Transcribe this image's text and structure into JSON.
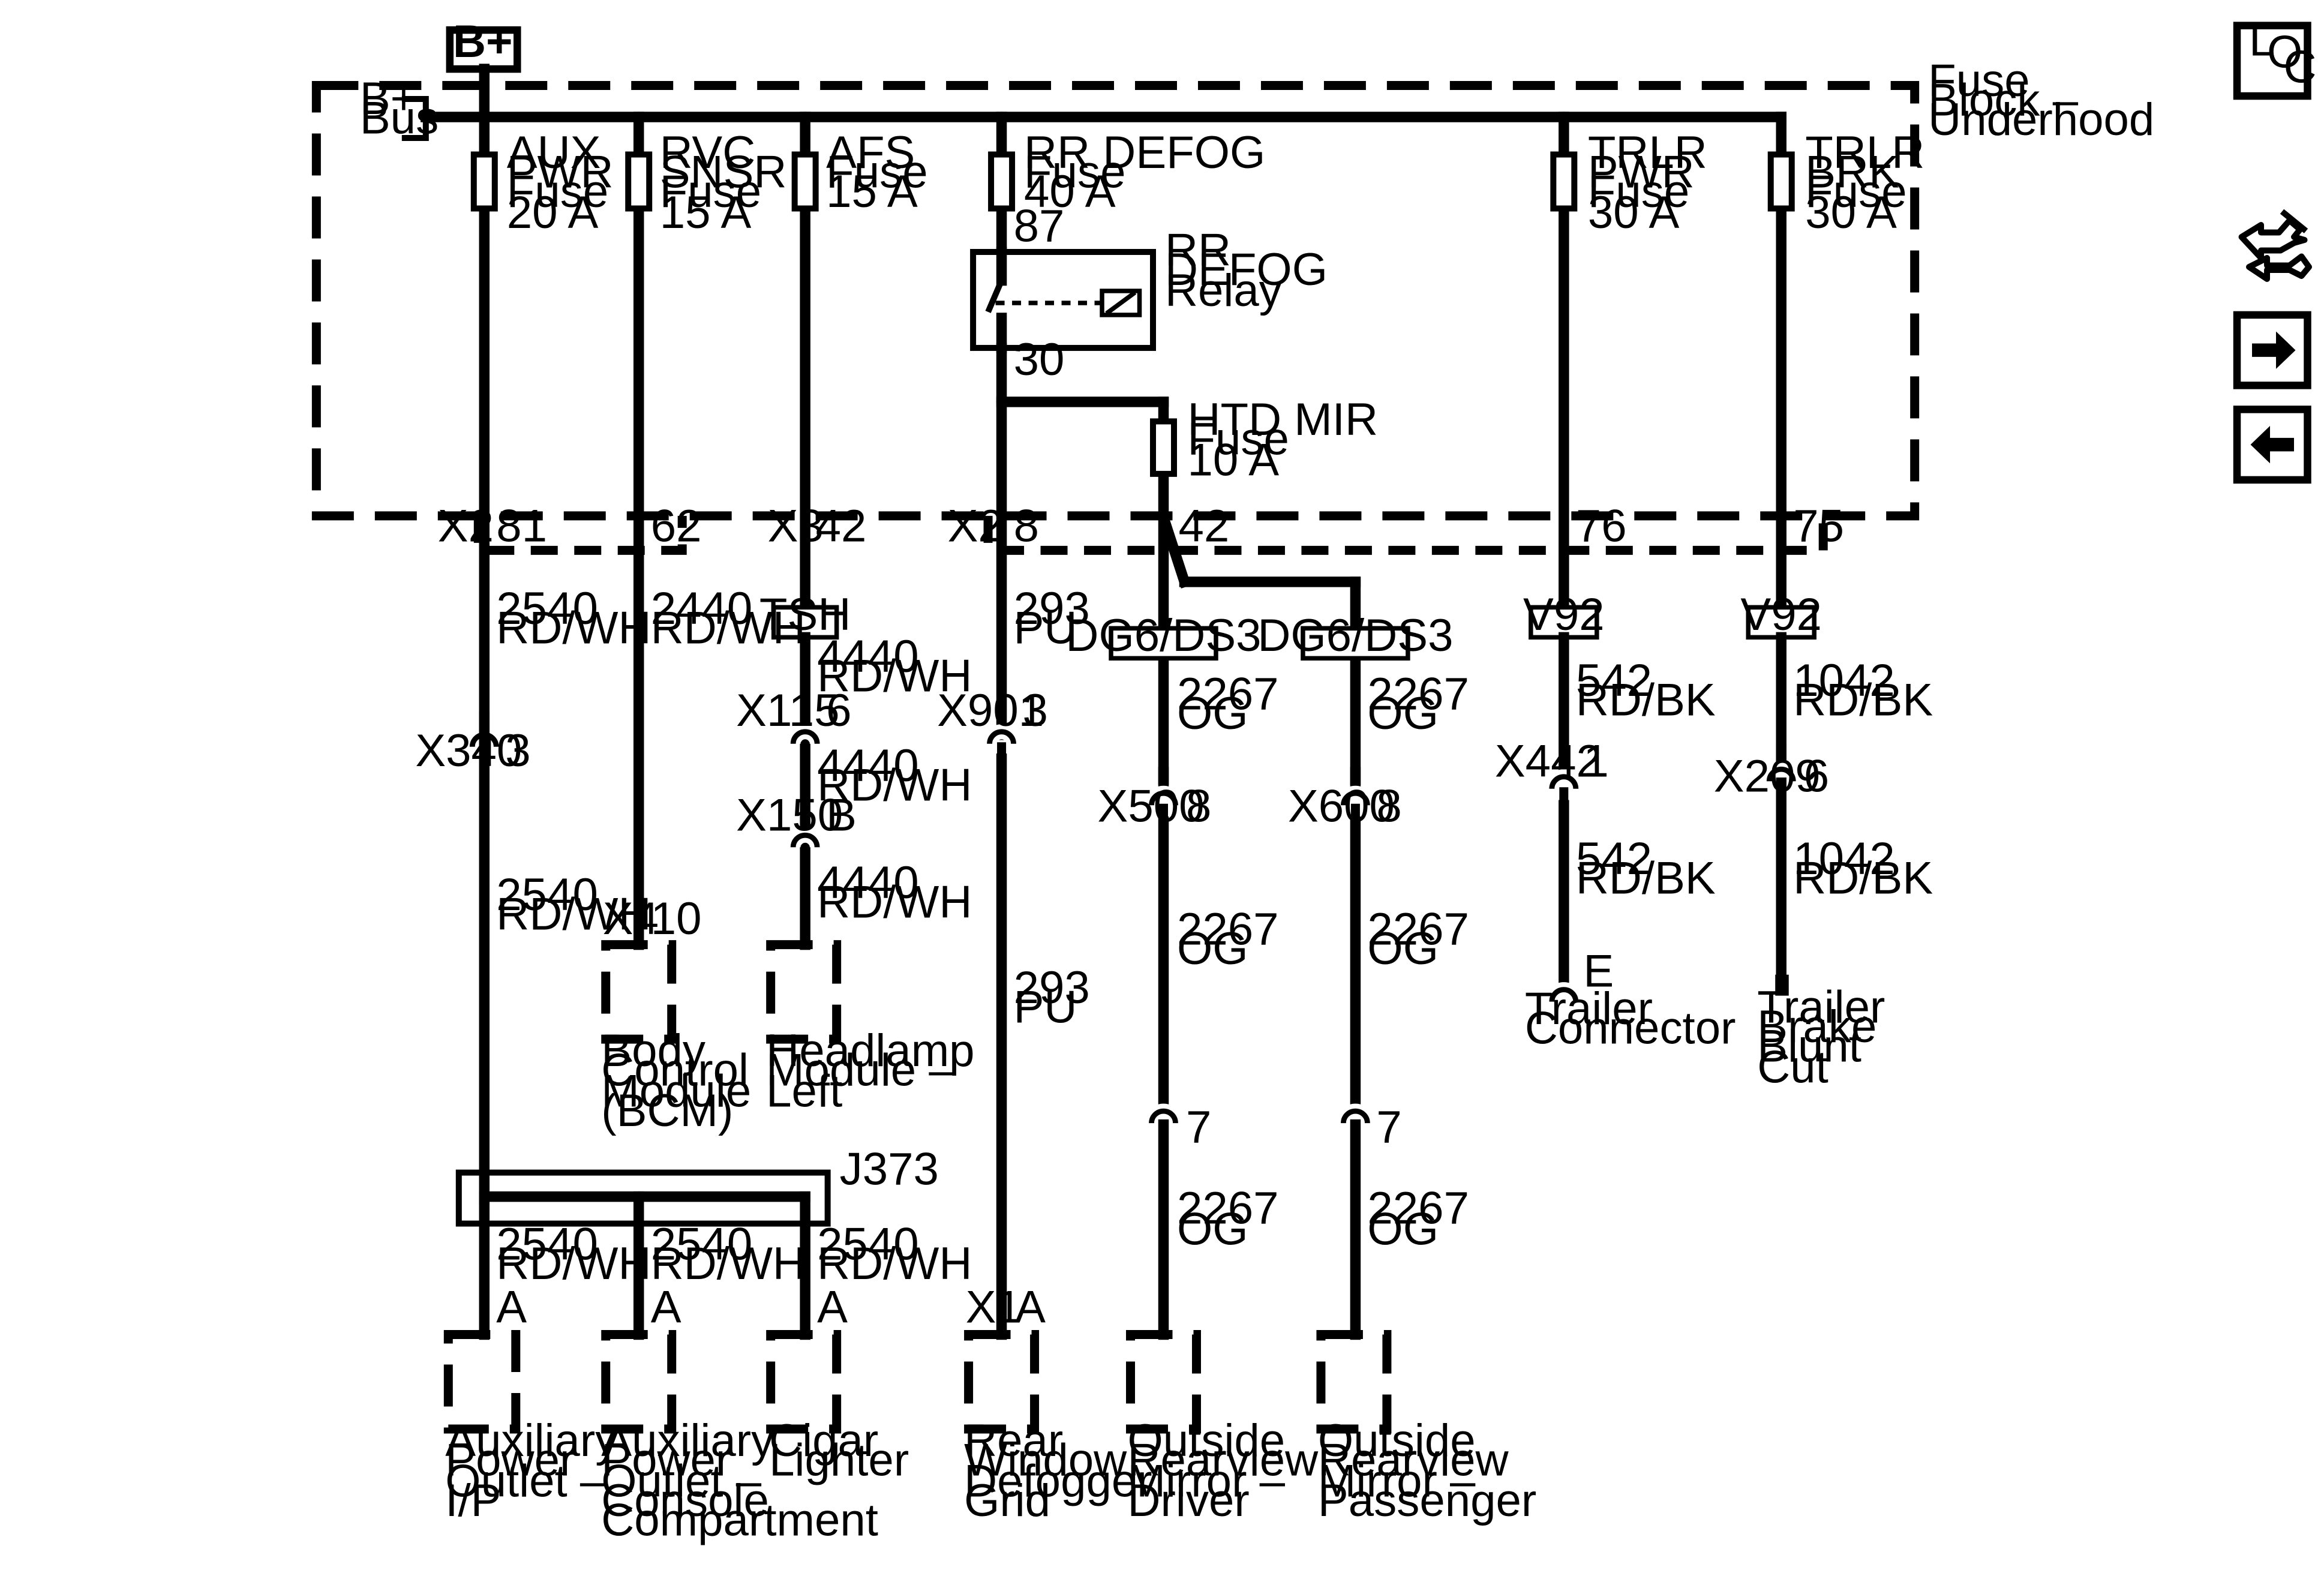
{
  "power_source": "B+",
  "bus": [
    "B+",
    "Bus"
  ],
  "fuse_block": [
    "Fuse",
    "Block –",
    "Underhood"
  ],
  "fuses": {
    "aux_pwr": [
      "AUX",
      "PWR",
      "Fuse",
      "20 A"
    ],
    "rvc_snsr": [
      "RVC",
      "SNSR",
      "Fuse",
      "15 A"
    ],
    "afs": [
      "AFS",
      "Fuse",
      "15 A"
    ],
    "rr_defog": [
      "RR DEFOG",
      "Fuse",
      "40 A"
    ],
    "trlr_pwr": [
      "TRLR",
      "PWR",
      "Fuse",
      "30 A"
    ],
    "trlr_brk": [
      "TRLR",
      "BRK",
      "Fuse",
      "30 A"
    ],
    "htd_mir": [
      "HTD MIR",
      "Fuse",
      "10 A"
    ]
  },
  "relay": {
    "name": [
      "RR",
      "DEFOG",
      "Relay"
    ],
    "pin_87": "87",
    "pin_30": "30"
  },
  "connectors": {
    "x2": "X2",
    "x3": "X3",
    "p81": "81",
    "p62": "62",
    "p42a": "42",
    "p8": "8",
    "p42b": "42",
    "p76": "76",
    "p75": "75"
  },
  "wires": {
    "w2540": [
      "2540",
      "RD/WH"
    ],
    "w2440": [
      "2440",
      "RD/WH"
    ],
    "w4440": [
      "4440",
      "RD/WH"
    ],
    "w293": [
      "293",
      "PU"
    ],
    "w2267": [
      "2267",
      "OG"
    ],
    "w542": [
      "542",
      "RD/BK"
    ],
    "w1042": [
      "1042",
      "RD/BK"
    ]
  },
  "options": {
    "tsh": "TSH",
    "dg6": "DG6/DS3",
    "v92": "V92"
  },
  "inline": {
    "x340": "X340",
    "x340_pin": "3",
    "x115": "X115",
    "x115_pin": "6",
    "x150": "X150",
    "x150_pin": "B",
    "x901": "X901",
    "x901_pin": "3",
    "x500": "X500",
    "x500_pin": "8",
    "x600": "X600",
    "x600_pin": "8",
    "x442": "X442",
    "x442_pin": "1",
    "x209": "X209",
    "x209_pin": "6",
    "pin7": "7",
    "trailer_pin": "E"
  },
  "splice": "J373",
  "components": {
    "bcm": {
      "conn": "X4",
      "pin": "10",
      "label": [
        "Body",
        "Control",
        "Module",
        "(BCM)"
      ]
    },
    "headlamp": {
      "label": [
        "Headlamp",
        "Module –",
        "Left"
      ]
    },
    "aux_ip": {
      "pin": "A",
      "label": [
        "Auxiliary",
        "Power",
        "Outlet –",
        "I/P"
      ]
    },
    "aux_console": {
      "pin": "A",
      "label": [
        "Auxiliary",
        "Power",
        "Outlet –",
        "Console",
        "Compartment"
      ]
    },
    "cigar": {
      "pin": "A",
      "label": [
        "Cigar",
        "Lighter"
      ]
    },
    "rear_defog": {
      "conn": "X1",
      "pin": "A",
      "label": [
        "Rear",
        "Window",
        "Defogger",
        "Grid"
      ]
    },
    "mirror_driver": {
      "label": [
        "Outside",
        "Rearview",
        "Mirror –",
        "Driver"
      ]
    },
    "mirror_passenger": {
      "label": [
        "Outside",
        "Rearview",
        "Mirror –",
        "Passenger"
      ]
    },
    "trailer_connector": {
      "label": [
        "Trailer",
        "Connector"
      ]
    },
    "trailer_brake": {
      "label": [
        "Trailer",
        "Brake",
        "Blunt",
        "Cut"
      ]
    }
  },
  "nav": {
    "loc": [
      "L",
      "O",
      "C"
    ],
    "tool_icon": "diagnostic-tool-icon",
    "next_icon": "arrow-right-icon",
    "prev_icon": "arrow-left-icon"
  }
}
